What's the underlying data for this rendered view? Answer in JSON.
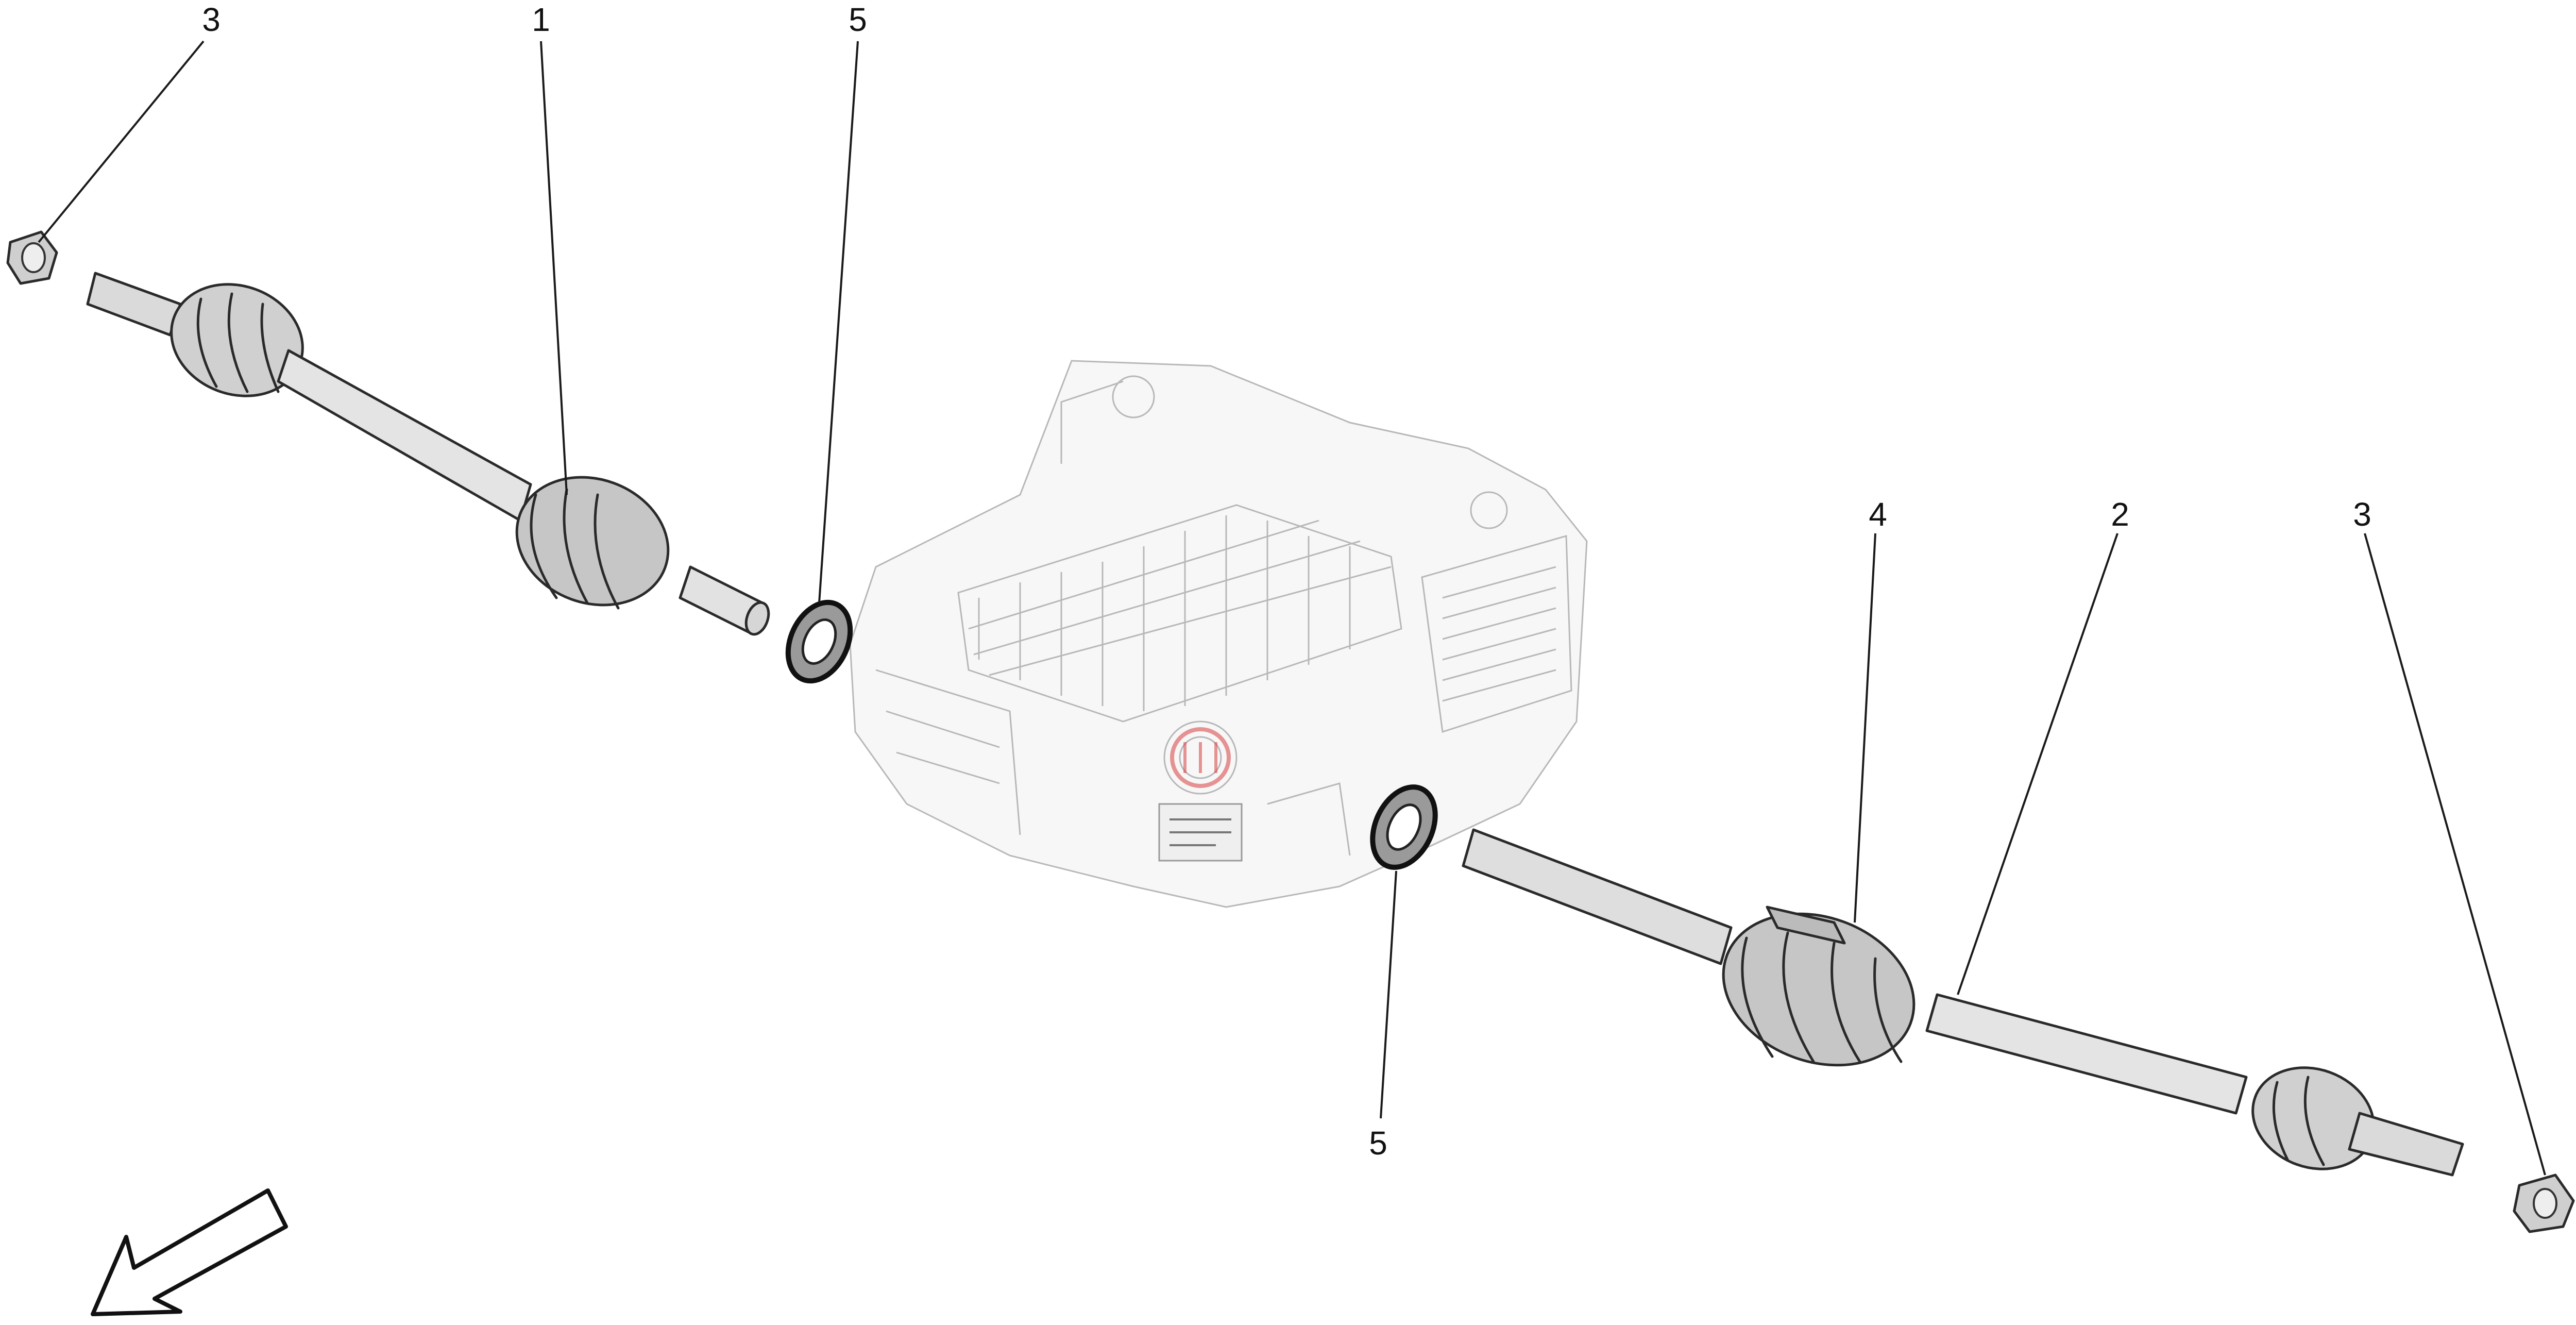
{
  "callouts": [
    {
      "id": "c-3-left",
      "text": "3"
    },
    {
      "id": "c-1",
      "text": "1"
    },
    {
      "id": "c-5-top",
      "text": "5"
    },
    {
      "id": "c-4",
      "text": "4"
    },
    {
      "id": "c-2",
      "text": "2"
    },
    {
      "id": "c-3-right",
      "text": "3"
    },
    {
      "id": "c-5-bottom",
      "text": "5"
    }
  ],
  "colors": {
    "line": "#1a1a1a",
    "part_shade": "#c9c9c9",
    "part_light": "#e6e6e6",
    "ghost": "#b8b8b8",
    "watermark_red": "#d84040"
  },
  "icons": {
    "direction": "direction-arrow-icon"
  }
}
